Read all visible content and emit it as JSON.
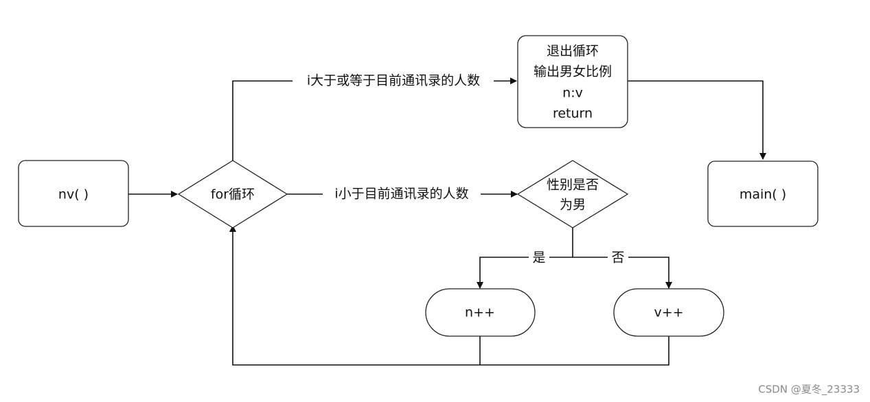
{
  "nodes": {
    "nv": {
      "label": "nv( )"
    },
    "for_loop": {
      "label": "for循环"
    },
    "exit_box": {
      "lines": [
        "退出循环",
        "输出男女比例",
        "n:v",
        "return"
      ]
    },
    "main": {
      "label": "main( )"
    },
    "gender_check": {
      "lines": [
        "性别是否",
        "为男"
      ]
    },
    "n_inc": {
      "label": "n++"
    },
    "v_inc": {
      "label": "v++"
    }
  },
  "edges": {
    "top_condition": "i大于或等于目前通讯录的人数",
    "middle_condition": "i小于目前通讯录的人数",
    "yes_branch": "是",
    "no_branch": "否"
  },
  "watermark": "CSDN @夏冬_23333"
}
